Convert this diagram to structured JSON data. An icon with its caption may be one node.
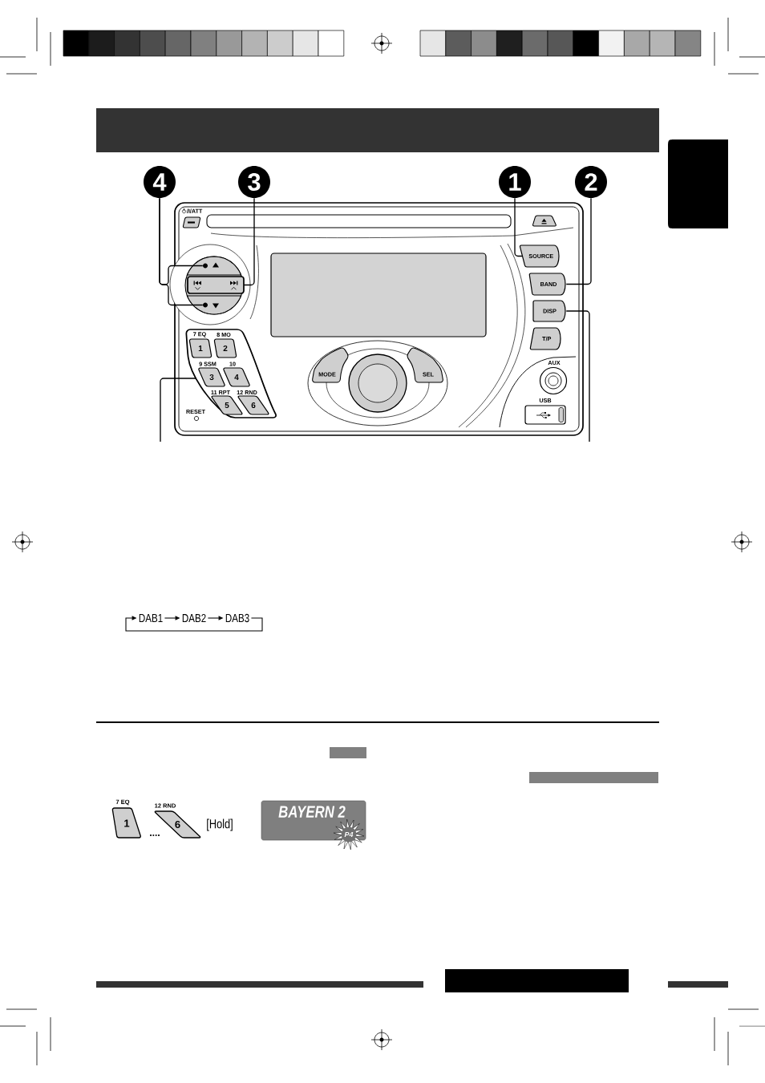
{
  "diagram": {
    "nodes": [
      {
        "text": [],
        "shape": "box"
      },
      {
        "text": [
          "4"
        ]
      },
      {
        "text": [
          "3"
        ]
      },
      {
        "text": [
          "1"
        ]
      },
      {
        "text": [
          "2"
        ]
      },
      {
        "text": [],
        "shape": "box"
      },
      {
        "text": [
          "/I/ATT"
        ],
        "in": 5
      },
      {
        "text": [],
        "shape": "bar",
        "in": 5
      },
      {
        "text": [],
        "shape": "button",
        "in": 5
      },
      {
        "text": [
          "SOURCE"
        ],
        "in": 5
      },
      {
        "text": [],
        "shape": "box",
        "in": 5
      },
      {
        "text": [],
        "shape": "button",
        "in": 5
      },
      {
        "text": [
          "BAND"
        ],
        "in": 5
      },
      {
        "text": [],
        "shape": "bar",
        "in": 5
      },
      {
        "text": [],
        "shape": "button",
        "in": 5
      },
      {
        "text": [
          "DISP"
        ],
        "in": 5
      },
      {
        "text": [
          "T/P"
        ],
        "in": 5
      },
      {
        "text": [],
        "shape": "band",
        "in": 5
      },
      {
        "text": [
          "7 EQ",
          "1"
        ],
        "in": 17
      },
      {
        "text": [
          "8 MO",
          "2"
        ],
        "in": 17
      },
      {
        "text": [
          "9 SSM",
          "3"
        ],
        "in": 17
      },
      {
        "text": [
          "10",
          "4"
        ],
        "in": 17
      },
      {
        "text": [
          "11 RPT",
          "5"
        ],
        "in": 17
      },
      {
        "text": [
          "12 RND",
          "6"
        ],
        "in": 17
      },
      {
        "text": [
          "MODE"
        ],
        "in": 5
      },
      {
        "text": [
          "SEL"
        ],
        "in": 5
      },
      {
        "text": [
          "AUX"
        ],
        "in": 5
      },
      {
        "text": [
          "USB"
        ],
        "in": 5
      },
      {
        "text": [
          "RESET"
        ],
        "in": 5
      },
      {
        "text": [
          "DAB1"
        ]
      },
      {
        "text": [
          "DAB2"
        ]
      },
      {
        "text": [
          "DAB3"
        ]
      },
      {
        "text": [
          "7 EQ",
          "1"
        ]
      },
      {
        "text": [
          "12 RND",
          "6"
        ]
      },
      {
        "text": [
          "BAYERN 2"
        ]
      },
      {
        "text": [
          "P4"
        ]
      },
      {
        "text": [],
        "shape": "dot",
        "in": 11
      },
      {
        "text": [],
        "shape": "dot",
        "in": 14
      }
    ],
    "edges": [
      {
        "from": 1,
        "to": 36,
        "arrow": "none"
      },
      {
        "from": 1,
        "to": 37,
        "arrow": "none"
      },
      {
        "from": 2,
        "to": 13,
        "arrow": "none"
      },
      {
        "from": 3,
        "to": 9,
        "arrow": "none"
      },
      {
        "from": 4,
        "to": 12,
        "arrow": "none"
      },
      {
        "from": 15,
        "to": null,
        "arrow": "none"
      },
      {
        "from": 17,
        "to": null,
        "arrow": "none"
      },
      {
        "from": 29,
        "to": 30,
        "arrow": "to"
      },
      {
        "from": 30,
        "to": 31,
        "arrow": "to"
      },
      {
        "from": 31,
        "to": 29,
        "arrow": "to"
      }
    ],
    "labels": [
      "....",
      "[Hold]"
    ]
  }
}
